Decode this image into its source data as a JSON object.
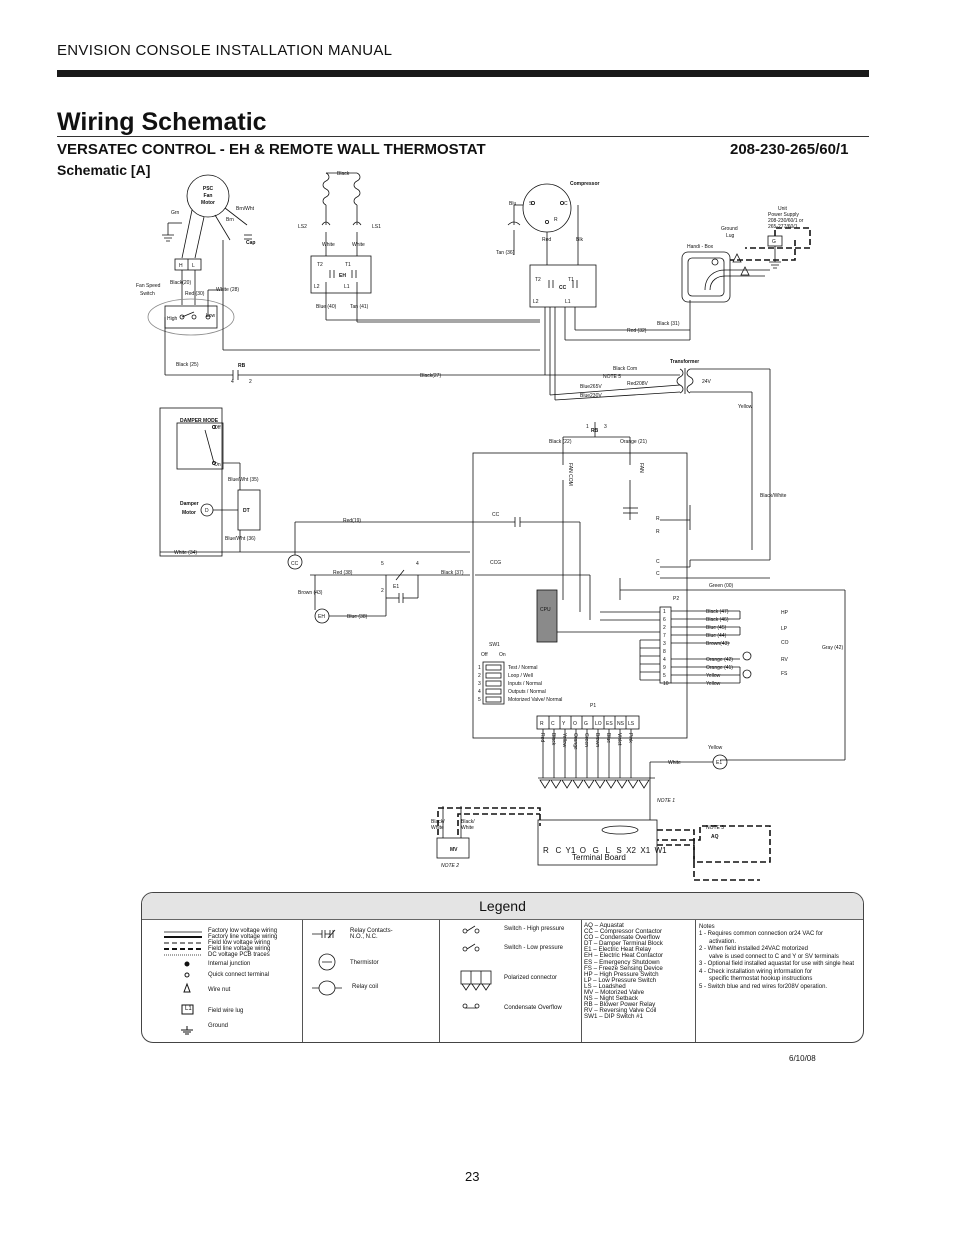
{
  "header": {
    "manual_title": "ENVISION CONSOLE INSTALLATION MANUAL",
    "page_heading": "Wiring Schematic",
    "subtitle": "VERSATEC CONTROL - EH & REMOTE WALL THERMOSTAT",
    "model_code": "208-230-265/60/1",
    "schematic_label": "Schematic [A]"
  },
  "diagram": {
    "psc_fan_motor": [
      "PSC",
      "Fan",
      "Motor"
    ],
    "wire_grn": "Grn",
    "wire_brn_wht": "Brn/Wht",
    "wire_brn": "Brn",
    "cap": "Cap",
    "fan_speed_switch": [
      "Fan Speed",
      "Switch"
    ],
    "high": "High",
    "low": "Low",
    "hl_h": "H",
    "hl_l": "L",
    "black_20": "Black(20)",
    "red_30": "Red (30)",
    "white_28": "White (28)",
    "black_25": "Black (25)",
    "rb": "RB",
    "rb_4": "4",
    "rb_2": "2",
    "black_27": "Black(27)",
    "black": "Black",
    "ls2": "LS2",
    "ls1": "LS1",
    "white": "White",
    "t2": "T2",
    "t1": "T1",
    "eh": "EH",
    "l2": "L2",
    "l1": "L1",
    "blue_40": "Blue (40)",
    "tan_41": "Tan (41)",
    "compressor": "Compressor",
    "blu": "Blu",
    "s": "S",
    "c": "C",
    "r": "R",
    "red": "Red",
    "blk": "Blk",
    "tan_36": "Tan (36)",
    "cc": "CC",
    "black_31": "Black (31)",
    "red_32": "Red (32)",
    "unit_power_supply": [
      "Unit",
      "Power Supply",
      "208-230/60/1 or",
      "265-277/60/1"
    ],
    "ground_lug": [
      "Ground",
      "Lug"
    ],
    "handi_box": "Handi - Box",
    "g": "G",
    "transformer": "Transformer",
    "black_com": "Black  Com",
    "note_5": "NOTE 5",
    "red_208v": "Red208V",
    "blue_265v": "Blue265V",
    "blue_230v": "Blue230V",
    "v24": "24V",
    "yellow": "Yellow",
    "damper_mode": "DAMPER MODE",
    "off": "Off",
    "on": "On",
    "blue_wht_35": "Blue/Wht (35)",
    "damper_motor": [
      "Damper",
      "Motor"
    ],
    "d": "D",
    "dt": "DT",
    "blue_wht_36": "Blue/Wht (36)",
    "white_34": "White (34)",
    "red_19": "Red(19)",
    "brown_43": "Brown (43)",
    "red_38": "Red (38)",
    "blue_38": "Blue (38)",
    "e1": "E1",
    "n5": "5",
    "n4": "4",
    "n2": "2",
    "black_37": "Black (37)",
    "rb1": "1",
    "rb3": "3",
    "black_22": "Black (22)",
    "orange_21": "Orange (21)",
    "fan_com": "FAN COM",
    "fan": "FAN",
    "ccg": "CCG",
    "cpu": "CPU",
    "black_white": "Black/White",
    "green_00": "Green (00)",
    "p2": "P2",
    "p2_pins": [
      "1",
      "6",
      "2",
      "7",
      "3",
      "8",
      "4",
      "9",
      "5",
      "10"
    ],
    "p2_wires": [
      "Black (47)",
      "Black (46)",
      "Blue (45)",
      "Blue (44)",
      "Brown(43)",
      "",
      "Orange (42)",
      "Orange (41)",
      "Yellow",
      "Yellow"
    ],
    "hp": "HP",
    "lp": "LP",
    "co": "CO",
    "rv": "RV",
    "fs": "FS",
    "gray_42": "Gray (42)",
    "sw1": "SW1",
    "sw1_off": "Off",
    "sw1_on": "On",
    "sw1_items": [
      "Test / Normal",
      "Loop / Well",
      "Inputs / Normal",
      "Outputs / Normal",
      "Motorized Valve/ Normal"
    ],
    "p1": "P1",
    "p1_pins": [
      "R",
      "C",
      "Y",
      "O",
      "G",
      "LO",
      "ES",
      "NS",
      "LS"
    ],
    "p1_wires": [
      "Red",
      "Black",
      "Yellow",
      "Orange",
      "Green",
      "Brown",
      "Blue",
      "Violet",
      "Pink"
    ],
    "tb_pins": "R   C  Y1  O   G   L   S  X2  X1  W1",
    "terminal_board": "Terminal Board",
    "note_1": "NOTE 1",
    "note_2": "NOTE 2",
    "note_3": "NOTE 3",
    "aq": "AQ",
    "mv": "MV",
    "black_white_stack": [
      "Black/",
      "White"
    ]
  },
  "legend": {
    "title": "Legend",
    "wiring_types": [
      "Factory low voltage wiring",
      "Factory line voltage wiring",
      "Field low voltage wiring",
      "Field line voltage wiring",
      "DC voltage PCB traces"
    ],
    "internal_junction": "Internal junction",
    "quick_connect": "Quick connect  terminal",
    "wire_nut": "Wire nut",
    "field_wire_lug": "Field wire lug",
    "ground": "Ground",
    "l1": "L1",
    "relay_contacts": [
      "Relay Contacts-",
      "N.O., N.C."
    ],
    "thermistor": "Thermistor",
    "relay_coil": "Relay coil",
    "switch_high": "Switch - High pressure",
    "switch_low": "Switch - Low pressure",
    "polarized_connector": "Polarized connector",
    "condensate_overflow": "Condensate Overflow",
    "abbreviations": [
      "AQ – Aquastat",
      "CC – Compressor Contactor",
      "CO – Condensate Overflow",
      "DT – Damper Terminal Block",
      "E1 – Electric Heat Relay",
      "EH – Electric Heat Contactor",
      "ES – Emergency Shutdown",
      "FS – Freeze Sensing Device",
      "HP – High Pressure Switch",
      "LP – Low Pressure Switch",
      "LS – Loadshed",
      "MV – Motorized Valve",
      "NS – Night Setback",
      "RB – Blower Power Relay",
      "RV – Reversing Valve Coil",
      "SW1 – DIP Switch #1"
    ],
    "notes_title": "Notes",
    "notes": [
      "1 - Requires common connection or24 VAC for",
      "      activation.",
      "2 - When field installed 24VAC motorized",
      "      valve is used connect to C and Y or SV terminals",
      "3 - Optional field installed aquastat for use with single heat",
      "4 - Check installation wiring information for",
      "      specific thermostat hookup instructions",
      "5 - Switch blue and red wires for208V operation."
    ]
  },
  "footer": {
    "date": "6/10/08",
    "page_number": "23"
  }
}
